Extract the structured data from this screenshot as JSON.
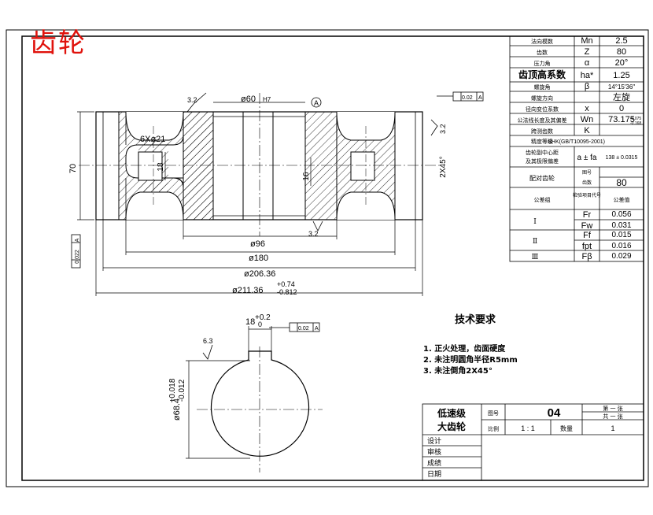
{
  "title_cn": "齿轮",
  "param_table": {
    "rows": [
      {
        "label": "法向模数",
        "symbol": "Mn",
        "value": "2.5"
      },
      {
        "label": "齿数",
        "symbol": "Z",
        "value": "80"
      },
      {
        "label": "压力角",
        "symbol": "α",
        "value": "20°"
      },
      {
        "label": "齿顶高系数",
        "symbol": "ha*",
        "value": "1.25"
      },
      {
        "label": "螺旋角",
        "symbol": "β",
        "value": "14°15′36″"
      },
      {
        "label": "螺旋方向",
        "symbol": "",
        "value": "左旋"
      },
      {
        "label": "径向变位系数",
        "symbol": "x",
        "value": "0"
      },
      {
        "label": "公法线长度及其偏差",
        "symbol": "Wn",
        "value": "73.175",
        "tol_upper": "-0.075",
        "tol_lower": "-0.168"
      },
      {
        "label": "跨测齿数",
        "symbol": "K",
        "value": ""
      },
      {
        "label": "精度等级",
        "symbol": "",
        "value": "8HK(GB/T10095-2001)"
      }
    ],
    "center_distance_label": "齿轮副中心距及其极限偏差",
    "center_distance_symbol": "a ± fa",
    "center_distance_value": "138 ± 0.0315",
    "mating_label": "配对齿轮",
    "mating_rows": [
      {
        "key": "图号",
        "value": ""
      },
      {
        "key": "齿数",
        "value": "80"
      }
    ],
    "tol_header": {
      "group": "公差组",
      "item": "检验项目代号",
      "value": "公差值"
    },
    "tol_groups": [
      {
        "name": "Ⅰ",
        "items": [
          {
            "code": "Fr",
            "value": "0.056"
          },
          {
            "code": "Fw",
            "value": "0.031"
          }
        ]
      },
      {
        "name": "Ⅱ",
        "items": [
          {
            "code": "Ff",
            "value": "0.015"
          },
          {
            "code": "fpt",
            "value": "0.016"
          }
        ]
      },
      {
        "name": "Ⅲ",
        "items": [
          {
            "code": "Fβ",
            "value": "0.029"
          }
        ]
      }
    ]
  },
  "dims": {
    "bore_top": "ø60",
    "bore_top_tol": "H7",
    "holes": "6Xø21",
    "height": "70",
    "web_thk": "18",
    "hub_w": "16",
    "chamfer_r": "2X45°",
    "d96": "ø96",
    "d180": "ø180",
    "d206": "ø206.36",
    "d211": "ø211.36",
    "d211_up": "+0.74",
    "d211_lo": "-0.812",
    "key_w": "18",
    "key_up": "+0.2",
    "key_lo": "0",
    "shaft_d": "ø68.4",
    "shaft_up": "+0.018",
    "shaft_lo": "-0.012"
  },
  "roughness": {
    "r1": "3.2",
    "r2": "3.2",
    "r3": "3.2",
    "r4": "6.3"
  },
  "datum": {
    "label": "A",
    "runout_top": "0.02",
    "runout_left": "0.022",
    "sym_key": "0.02"
  },
  "tech": {
    "title": "技术要求",
    "items": [
      "1. 正火处理，齿面硬度",
      "2. 未注明圆角半径R5mm",
      "3. 未注倒角2X45°"
    ]
  },
  "title_block": {
    "name_line1": "低速级",
    "name_line2": "大齿轮",
    "drawing_no_label": "图号",
    "drawing_no": "04",
    "sheet_label": "第 一 张",
    "total_label": "共 一 张",
    "scale_label": "比例",
    "scale": "1 : 1",
    "qty_label": "数量",
    "qty": "1",
    "sign_rows": [
      "设计",
      "审核",
      "成绩",
      "日期"
    ]
  }
}
